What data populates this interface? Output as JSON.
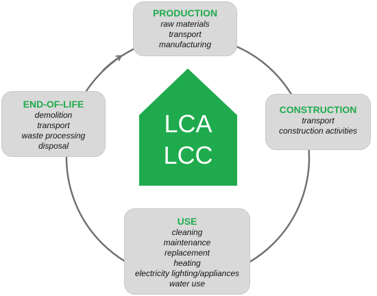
{
  "house": {
    "color": "#1fab4d",
    "lines": [
      "LCA",
      "LCC"
    ]
  },
  "cycle": {
    "arrow_color": "#707070",
    "stages": [
      {
        "title": "PRODUCTION",
        "items": [
          "raw materials",
          "transport",
          "manufacturing"
        ]
      },
      {
        "title": "CONSTRUCTION",
        "items": [
          "transport",
          "construction activities"
        ]
      },
      {
        "title": "USE",
        "items": [
          "cleaning",
          "maintenance",
          "replacement",
          "heating",
          "electricity lighting/appliances",
          "water use"
        ]
      },
      {
        "title": "END-OF-LIFE",
        "items": [
          "demolition",
          "transport",
          "waste processing",
          "disposal"
        ]
      }
    ]
  },
  "colors": {
    "title_green": "#1fab4d",
    "box_fill": "#d9d9d9"
  }
}
